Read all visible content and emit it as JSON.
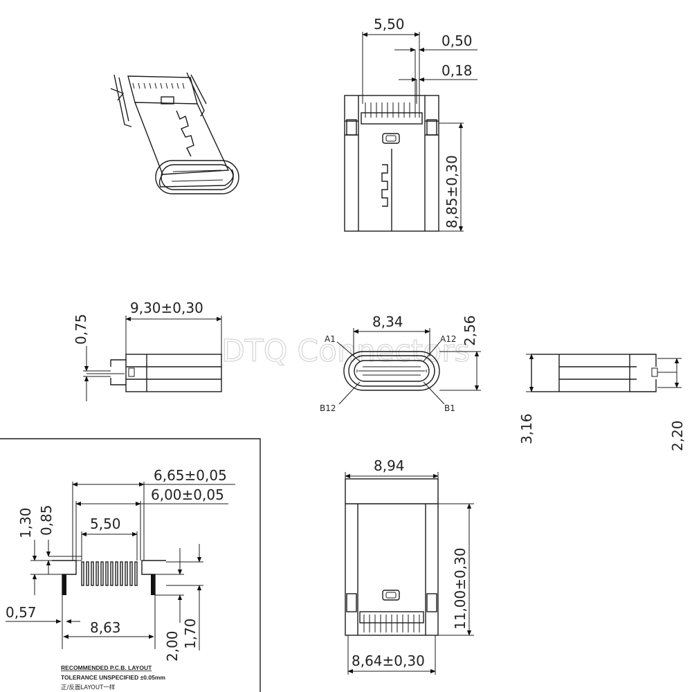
{
  "watermark": "DTQ Connectors",
  "top_view": {
    "width": "5,50",
    "pin_pitch": "0,50",
    "pin_width": "0,18",
    "height": "8,85±0,30"
  },
  "side_view": {
    "thickness": "0,75",
    "length": "9,30±0,30"
  },
  "front_view": {
    "width": "8,34",
    "height": "2,56",
    "pin_a1": "A1",
    "pin_a12": "A12",
    "pin_b12": "B12",
    "pin_b1": "B1"
  },
  "right_view": {
    "total_height": "3,16",
    "pin_height": "2,20"
  },
  "pcb_layout": {
    "outer_width": "6,65±0,05",
    "inner_width": "6,00±0,05",
    "pin_span": "5,50",
    "pad_offset_1": "1,30",
    "pad_offset_2": "0,85",
    "slot_width": "0,57",
    "slot_span": "8,63",
    "slot_length": "2,00",
    "pad_length": "1,70",
    "title": "RECOMMENDED P.C.B. LAYOUT",
    "tolerance": "TOLERANCE UNSPECIFIED ±0.05mm",
    "note": "正/反面LAYOUT一样"
  },
  "bottom_view": {
    "width": "8,94",
    "height": "11,00±0,30",
    "pin_width": "8,64±0,30"
  }
}
